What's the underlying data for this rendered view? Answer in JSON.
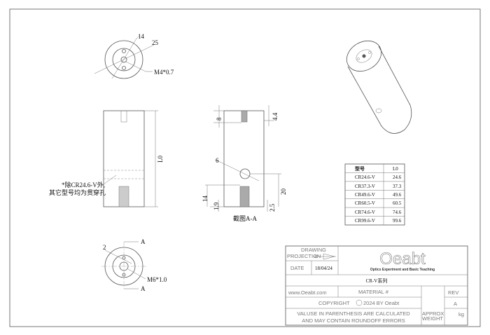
{
  "top_view": {
    "dim_inner": "14",
    "dim_outer": "25",
    "thread": "M4*0.7"
  },
  "side_view": {
    "length_label": "L0",
    "note_line1": "*除CR24.6-V外,",
    "note_line2": "其它型号均为贯穿孔"
  },
  "section_view": {
    "dim_top": "8",
    "dim_top_right": "4.4",
    "dim_hole": "6",
    "dim_bottom_left": "14",
    "dim_bottom_small": "1.9",
    "dim_bottom_right": "2.5",
    "dim_right": "20",
    "title": "截图A-A"
  },
  "bottom_view": {
    "dim": "2",
    "section_mark": "A",
    "thread": "M6*1.0"
  },
  "table": {
    "headers": [
      "型号",
      "L0"
    ],
    "rows": [
      [
        "CR24.6-V",
        "24.6"
      ],
      [
        "CR37.3-V",
        "37.3"
      ],
      [
        "CR49.6-V",
        "49.6"
      ],
      [
        "CR60.5-V",
        "60.5"
      ],
      [
        "CR74.6-V",
        "74.6"
      ],
      [
        "CR99.6-V",
        "99.6"
      ]
    ]
  },
  "title_block": {
    "drawing": "DRAWING",
    "projection": "PROJECTION",
    "date_label": "DATE",
    "date": "18/04/24",
    "logo": "Oeabt",
    "logo_tagline": "Optics Experiment and Basic Teaching",
    "series": "CR-V系列",
    "website": "www.Oeabt.com",
    "material": "MATERIAL #",
    "rev_label": "REV",
    "rev": "A",
    "copyright": "COPYRIGHT",
    "copyright_year": "2024 BY Oeabt",
    "note_line1": "VALUSE IN PARENTHESIS ARE CALCULATED",
    "note_line2": "AND MAY CONTAIN ROUNDOFF ERRORS",
    "approx1": "APPROX",
    "approx2": "WEIGHT",
    "weight_unit": "kg"
  }
}
